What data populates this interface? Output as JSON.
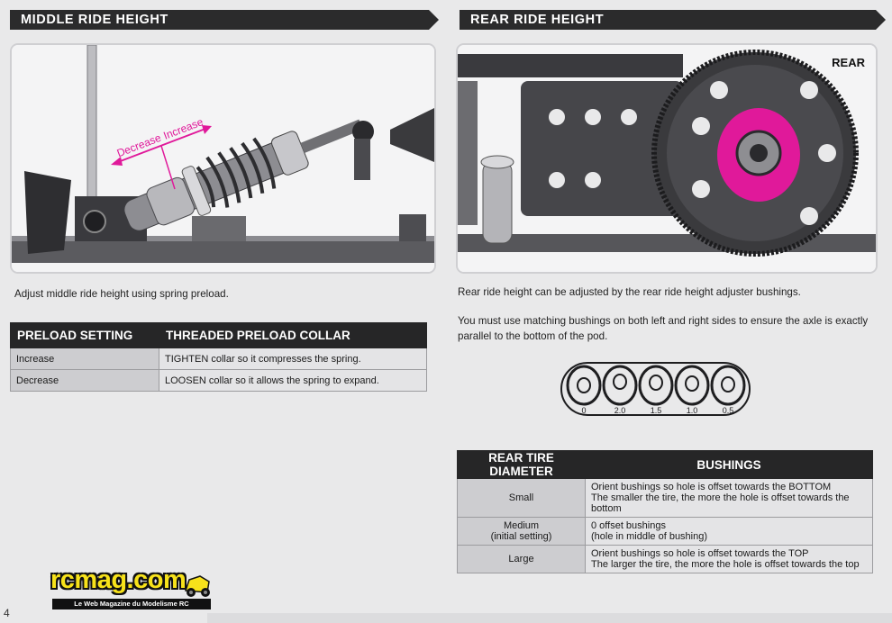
{
  "left": {
    "banner": "MIDDLE RIDE HEIGHT",
    "photo_labels": {
      "decrease": "Decrease",
      "increase": "Increase"
    },
    "description": "Adjust middle ride height using spring preload.",
    "table": {
      "headers": [
        "PRELOAD SETTING",
        "THREADED PRELOAD COLLAR"
      ],
      "rows": [
        {
          "setting": "Increase",
          "collar": "TIGHTEN collar so it compresses the spring."
        },
        {
          "setting": "Decrease",
          "collar": "LOOSEN collar so it allows the spring to expand."
        }
      ]
    }
  },
  "right": {
    "banner": "REAR RIDE HEIGHT",
    "photo_label": "REAR",
    "description1": "Rear ride height can be adjusted by the rear ride height adjuster bushings.",
    "description2": "You must use matching bushings on both left and right sides to ensure the axle is exactly parallel to the bottom of the pod.",
    "bushings": [
      "0",
      "2.0",
      "1.5",
      "1.0",
      "0.5"
    ],
    "table": {
      "headers": [
        "REAR TIRE DIAMETER",
        "BUSHINGS"
      ],
      "rows": [
        {
          "diameter": "Small",
          "line1": "Orient bushings so hole is offset towards the BOTTOM",
          "line2": "The smaller the tire, the more the hole is offset towards the bottom"
        },
        {
          "diameter": "Medium",
          "diameter2": "(initial setting)",
          "line1": "0 offset bushings",
          "line2": "(hole in middle of bushing)"
        },
        {
          "diameter": "Large",
          "line1": "Orient bushings so hole is offset towards the TOP",
          "line2": "The larger the tire, the more the hole is offset towards the top"
        }
      ]
    }
  },
  "footer": {
    "page_number": "4",
    "logo_text": "rcmag.com",
    "logo_tagline": "Le Web Magazine du Modelisme RC"
  },
  "colors": {
    "banner_bg": "#2b2b2c",
    "accent_magenta": "#e0199a",
    "logo_yellow": "#f7e21a"
  }
}
